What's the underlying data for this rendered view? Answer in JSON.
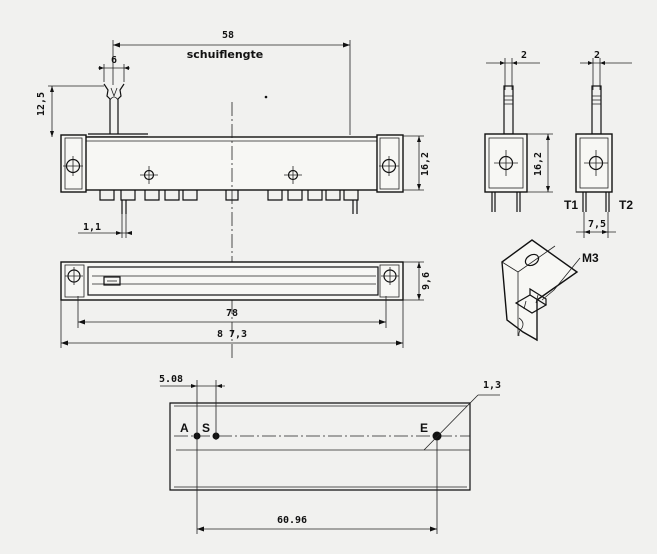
{
  "dims": {
    "travel": "58",
    "travel_label": "schuiflengte",
    "knob_width": "6",
    "knob_height": "12,5",
    "pin_offset": "1,1",
    "body_height_front": "16,2",
    "body_height_side": "16,2",
    "top_width": "9,6",
    "slot_length": "78",
    "overall_length": "8 7,3",
    "shaft_width_1": "2",
    "shaft_width_2": "2",
    "terminal_spacing": "7,5",
    "pitch": "5.08",
    "hole_dia": "1,3",
    "pin_span": "60.96"
  },
  "labels": {
    "t1": "T1",
    "t2": "T2",
    "m3": "M3",
    "pin_a": "A",
    "pin_s": "S",
    "pin_e": "E"
  }
}
